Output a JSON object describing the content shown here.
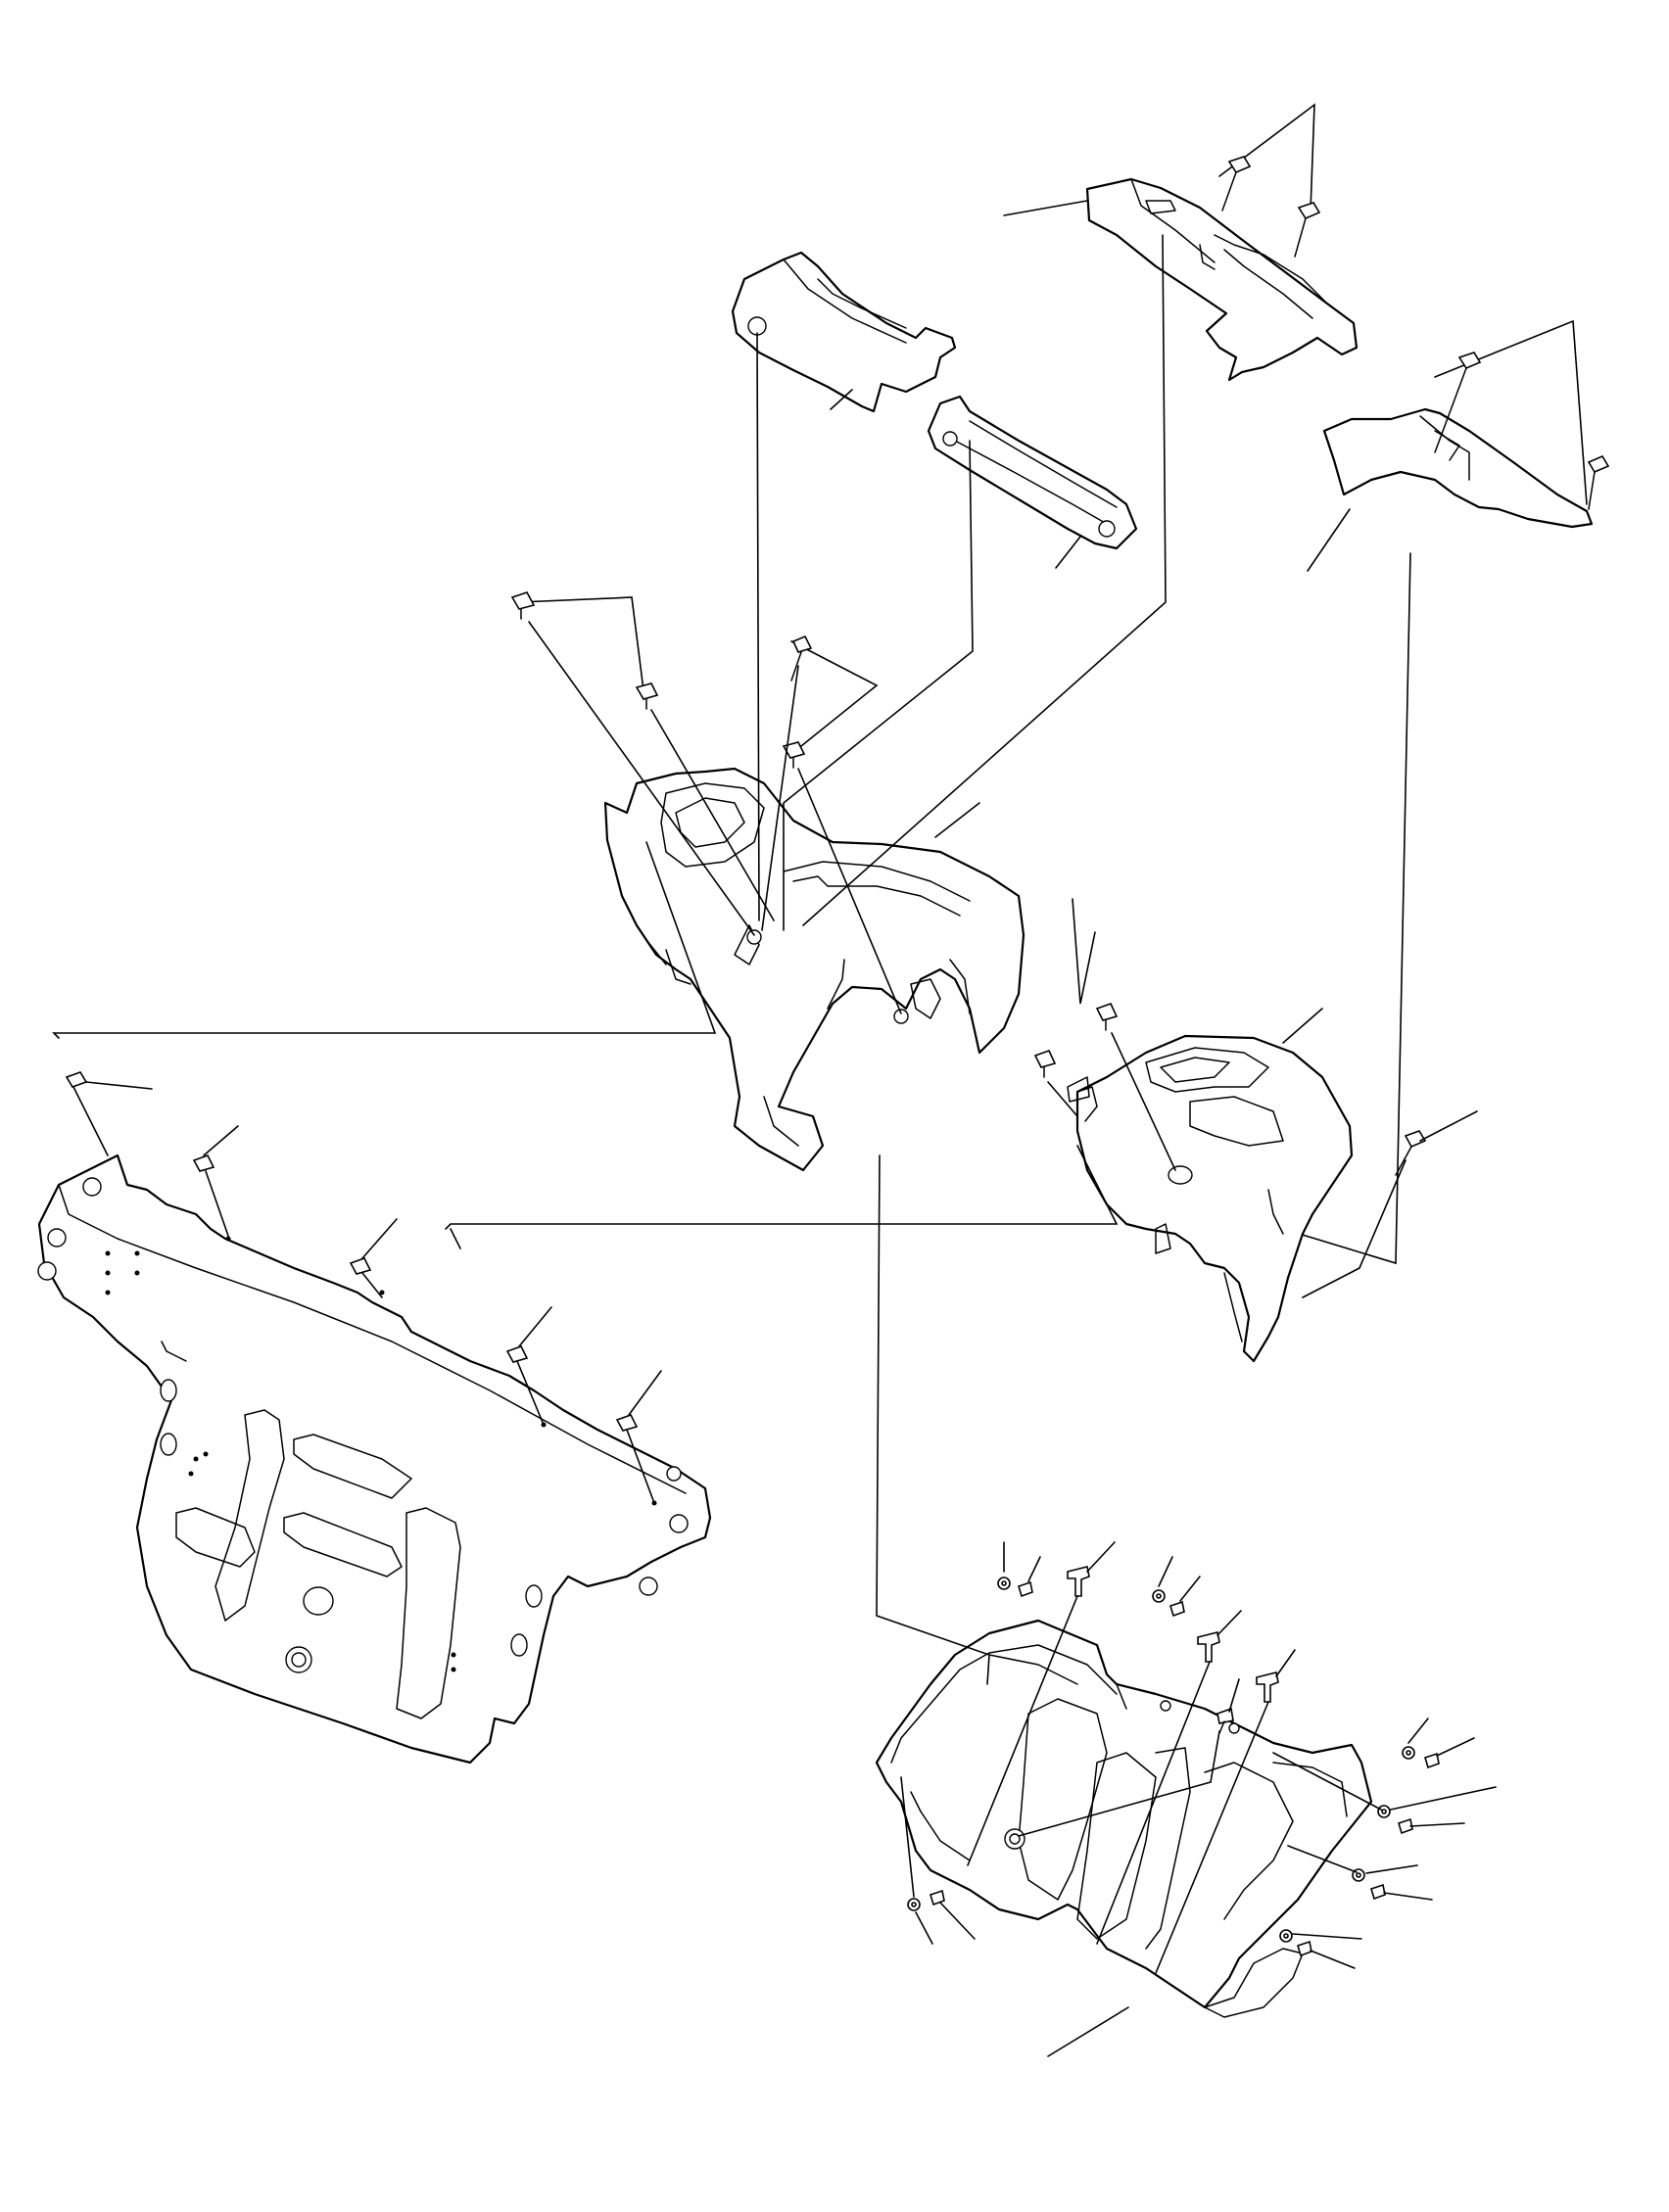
{
  "diagram": {
    "kind": "exploded parts illustration",
    "line_color": "#000000",
    "background_color": "#ffffff",
    "parts": [
      "upper-column-cover",
      "upper-trim-panel",
      "upper-trim-strip",
      "right-upper-cover",
      "center-column-cover",
      "right-side-cover",
      "left-mounting-bracket-panel",
      "lower-column-cover"
    ],
    "fastener_icons": [
      "clip-icon",
      "screw-icon",
      "bolt-icon",
      "washer-icon",
      "nut-clip-icon",
      "pin-icon"
    ]
  }
}
